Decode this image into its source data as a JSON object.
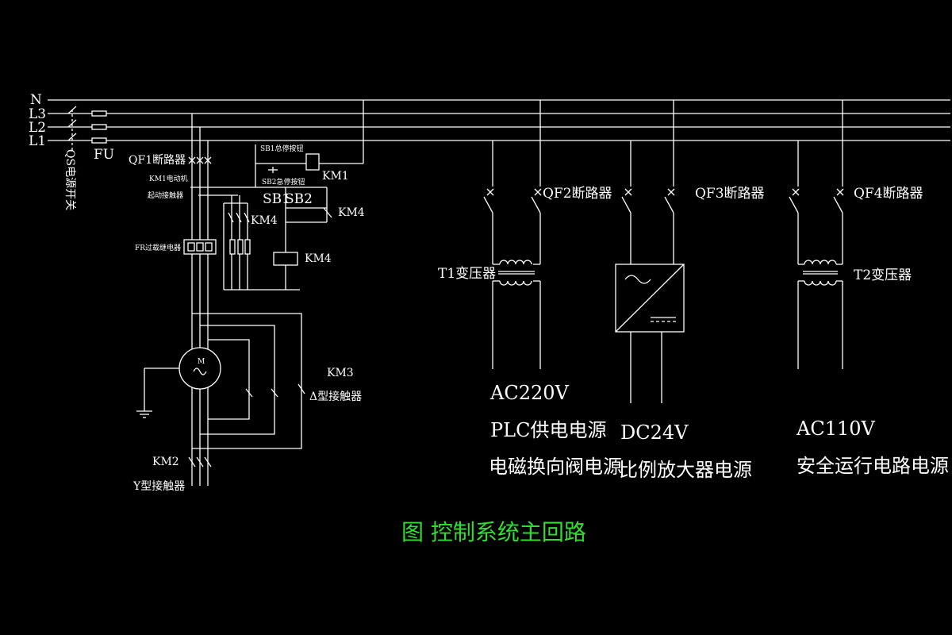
{
  "colors": {
    "background": "#000000",
    "wire": "#ffffff",
    "title": "#33dd33"
  },
  "bus": {
    "n": "N",
    "l3": "L3",
    "l2": "L2",
    "l1": "L1"
  },
  "left": {
    "qs": "QS电源开关",
    "fu": "FU",
    "qf1": "QF1断路器",
    "km1_motor": "KM1电动机",
    "start_contactor": "起动接触器",
    "sb1_stop": "SB1总停按钮",
    "sb2_stop": "SB2急停按钮",
    "km1": "KM1",
    "sb1": "SB1",
    "sb2": "SB2",
    "km4_contact": "KM4",
    "km4_aux": "KM4",
    "km4_coil": "KM4",
    "fr": "FR过载继电器",
    "motor_sym": "M",
    "km3": "KM3",
    "delta": "Δ型接触器",
    "km2": "KM2",
    "wye": "Y型接触器"
  },
  "right": {
    "qf2": "QF2断路器",
    "qf3": "QF3断路器",
    "qf4": "QF4断路器",
    "t1": "T1变压器",
    "t2": "T2变压器",
    "ac220": "AC220V",
    "plc": "PLC供电电源",
    "valve": "电磁换向阀电源",
    "dc24": "DC24V",
    "amp": "比例放大器电源",
    "ac110": "AC110V",
    "safety": "安全运行电路电源"
  },
  "caption": "图 控制系统主回路"
}
